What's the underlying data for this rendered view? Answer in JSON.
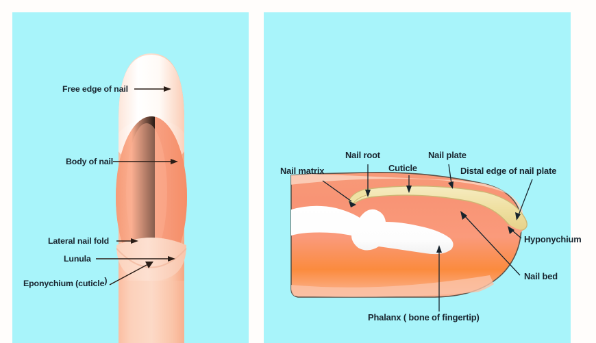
{
  "figure": {
    "title": "Nail anatomy diagram",
    "background_color": "#fffdfb",
    "panel_color": "#a8f4fa"
  },
  "palette": {
    "panel_background": "#a8f4fa",
    "page_background": "#fffdfb",
    "skin_light": "#fbd9c6",
    "skin_mid": "#f9a886",
    "skin_deep": "#f78b5e",
    "nail_body": "#f79f7c",
    "nail_free_edge": "#ffffff",
    "lunula": "#fbd7c6",
    "nail_plate": "#f0e3a8",
    "nail_plate_edge": "#d6c27a",
    "bone_white": "#ffffff",
    "tissue_orange": "#fb8c3c",
    "outline": "#5b5148",
    "label_text": "#18242e",
    "leader_line": "#2a1d16"
  },
  "left_panel": {
    "name": "surface-view-of-fingernail",
    "labels": [
      {
        "id": "free-edge-of-nail",
        "text": "Free edge of nail"
      },
      {
        "id": "body-of-nail",
        "text": "Body of nail"
      },
      {
        "id": "lateral-nail-fold",
        "text": "Lateral nail fold"
      },
      {
        "id": "lunula",
        "text": "Lunula"
      },
      {
        "id": "eponychium-cuticle",
        "text": "Eponychium (cuticle",
        "text_suffix": ")"
      }
    ]
  },
  "right_panel": {
    "name": "cross-section-of-fingertip",
    "labels": [
      {
        "id": "nail-matrix",
        "text": "Nail matrix"
      },
      {
        "id": "nail-root",
        "text": "Nail root"
      },
      {
        "id": "cuticle",
        "text": "Cuticle"
      },
      {
        "id": "nail-plate",
        "text": "Nail plate"
      },
      {
        "id": "distal-edge-of-nail-plate",
        "text": "Distal edge of nail plate"
      },
      {
        "id": "hyponychium",
        "text": "Hyponychium"
      },
      {
        "id": "nail-bed",
        "text": "Nail bed"
      },
      {
        "id": "phalanx",
        "text": "Phalanx ( bone of fingertip)"
      }
    ]
  }
}
